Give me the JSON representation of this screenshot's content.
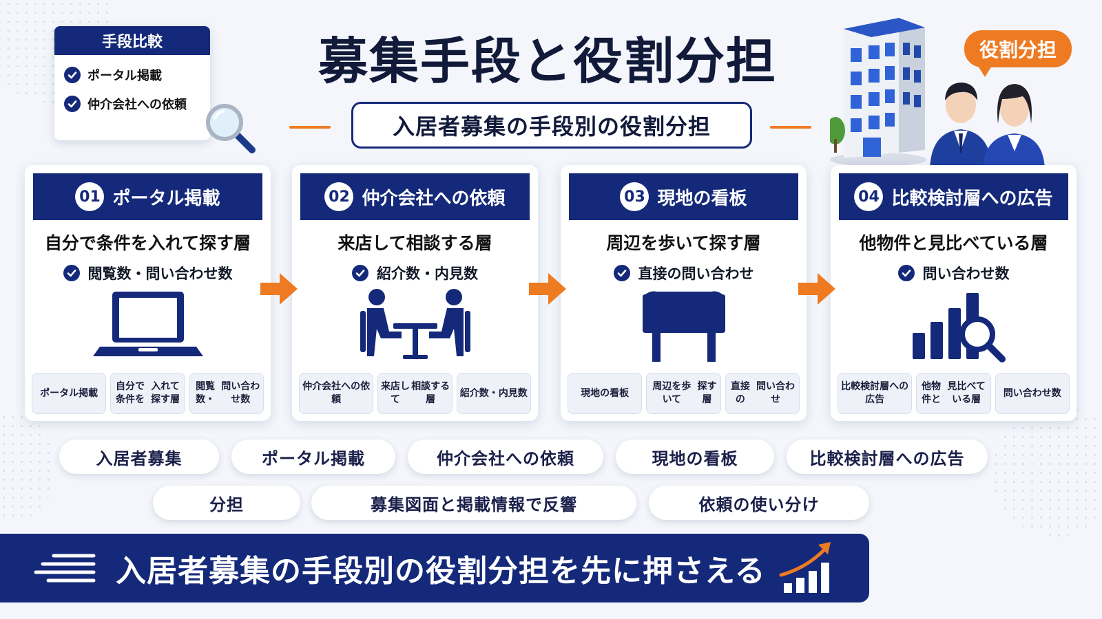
{
  "title": "募集手段と役割分担",
  "subtitle": "入居者募集の手段別の役割分担",
  "compare_card": {
    "heading": "手段比較",
    "items": [
      "ポータル掲載",
      "仲介会社への依頼"
    ]
  },
  "role_badge": "役割分担",
  "cards": [
    {
      "number": "01",
      "title": "ポータル掲載",
      "target": "自分で条件を入れて探す層",
      "metric": "閲覧数・問い合わせ数",
      "icon": "laptop-icon",
      "chips": [
        [
          "ポータル掲載"
        ],
        [
          "自分で条件を",
          "入れて探す層"
        ],
        [
          "閲覧数・",
          "問い合わせ数"
        ]
      ]
    },
    {
      "number": "02",
      "title": "仲介会社への依頼",
      "target": "来店して相談する層",
      "metric": "紹介数・内見数",
      "icon": "meeting-icon",
      "chips": [
        [
          "仲介会社への依頼"
        ],
        [
          "来店して",
          "相談する層"
        ],
        [
          "紹介数・",
          "内見数"
        ]
      ]
    },
    {
      "number": "03",
      "title": "現地の看板",
      "target": "周辺を歩いて探す層",
      "metric": "直接の問い合わせ",
      "icon": "signboard-icon",
      "chips": [
        [
          "現地の看板"
        ],
        [
          "周辺を歩いて",
          "探す層"
        ],
        [
          "直接の",
          "問い合わせ"
        ]
      ]
    },
    {
      "number": "04",
      "title": "比較検討層への広告",
      "target": "他物件と見比べている層",
      "metric": "問い合わせ数",
      "icon": "analytics-icon",
      "chips": [
        [
          "比較検討層への広告"
        ],
        [
          "他物件と",
          "見比べている層"
        ],
        [
          "問い合わせ数"
        ]
      ]
    }
  ],
  "tags_row1": [
    "入居者募集",
    "ポータル掲載",
    "仲介会社への依頼",
    "現地の看板",
    "比較検討層への広告"
  ],
  "tags_row2": [
    "分担",
    "募集図面と掲載情報で反響",
    "依頼の使い分け"
  ],
  "banner": "入居者募集の手段別の役割分担を先に押さえる",
  "colors": {
    "navy": "#15297a",
    "orange": "#ee7a22",
    "background": "#f4f6fb"
  }
}
